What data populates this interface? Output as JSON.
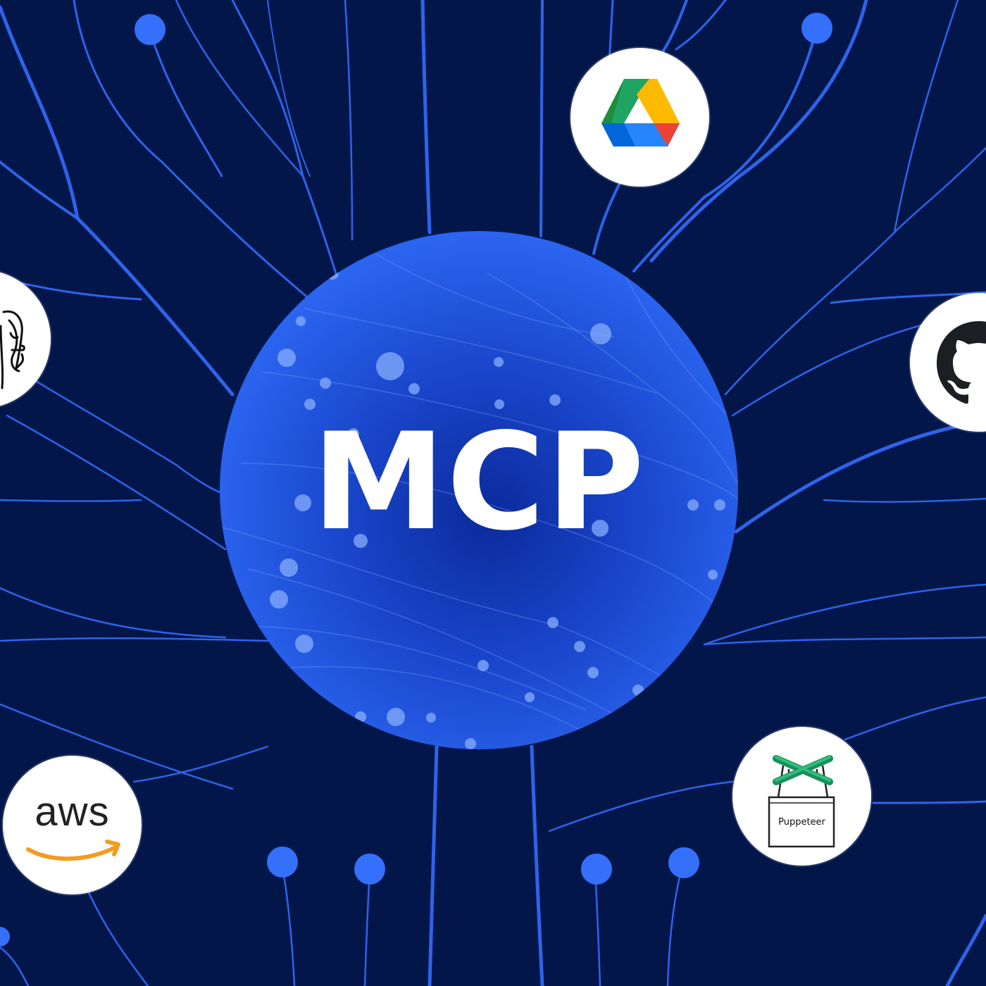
{
  "hub": {
    "title": "MCP",
    "color": "#2f6cf2",
    "icon": "protocol-hub"
  },
  "background": {
    "color": "#03164a",
    "line_color": "#2f66f0",
    "node_color": "#3a6ff8"
  },
  "integrations": [
    {
      "name": "Google Drive",
      "icon": "google-drive-icon",
      "position": "top-center-right"
    },
    {
      "name": "PostgreSQL",
      "icon": "postgresql-elephant-icon",
      "position": "left"
    },
    {
      "name": "GitHub",
      "icon": "github-octocat-icon",
      "position": "right"
    },
    {
      "name": "AWS",
      "icon": "aws-icon",
      "label": "aws",
      "position": "bottom-left"
    },
    {
      "name": "Puppeteer",
      "icon": "puppeteer-icon",
      "label": "Puppeteer",
      "position": "bottom-right"
    }
  ]
}
